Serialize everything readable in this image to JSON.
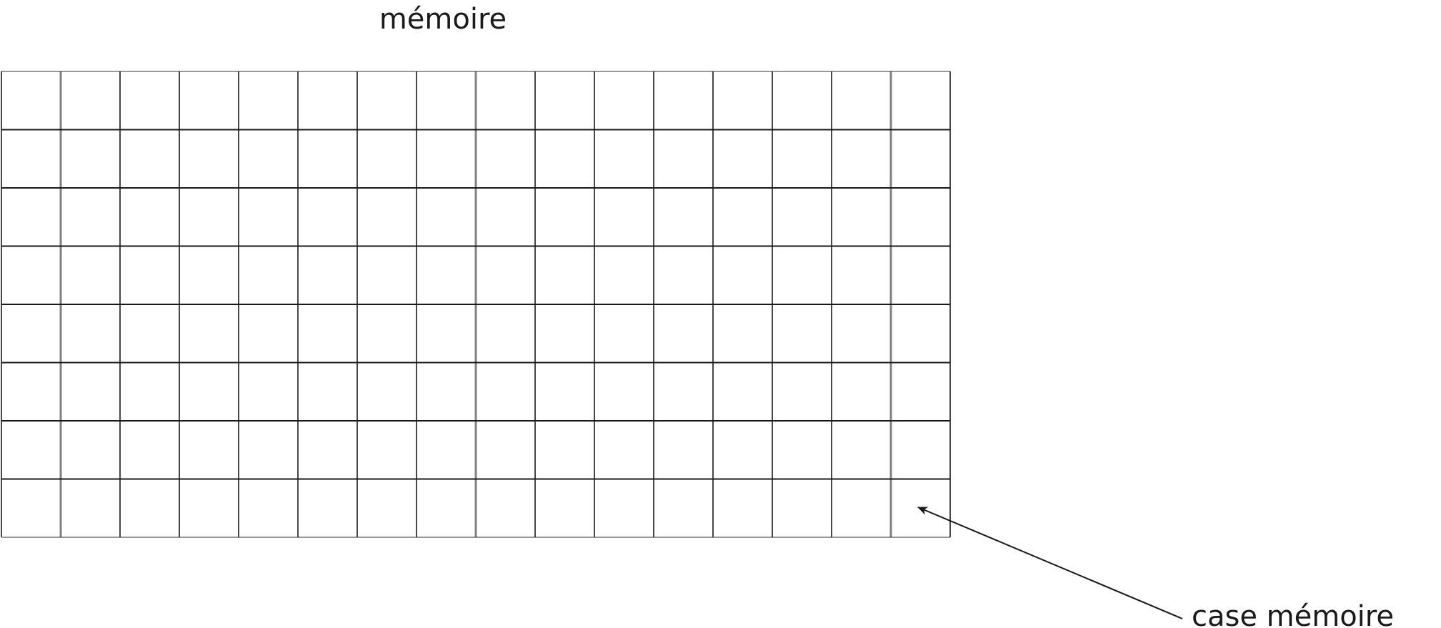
{
  "diagram": {
    "title": "mémoire",
    "grid": {
      "rows": 8,
      "columns": 16
    },
    "callout": {
      "label": "case mémoire",
      "target_cell": {
        "row": 8,
        "column": 16
      }
    },
    "colors": {
      "line": "#1a1a1a",
      "text": "#1a1a1a",
      "background": "#ffffff"
    }
  }
}
